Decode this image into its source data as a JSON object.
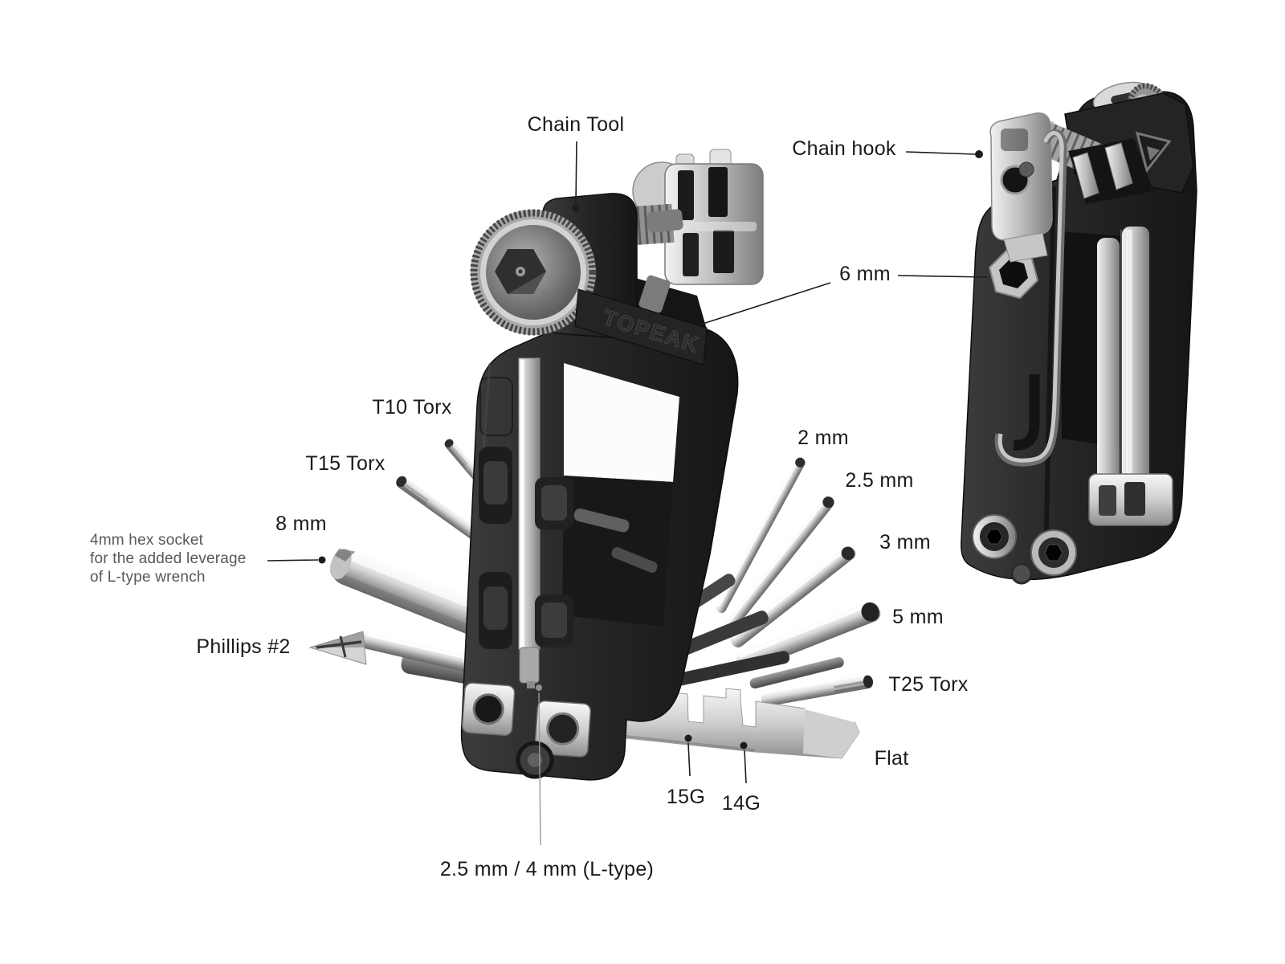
{
  "figure": {
    "description": "Annotated product diagram of a folding bicycle multi-tool shown from two angles with all fold-out tools labeled",
    "background_color": "#ffffff",
    "label_color": "#1a1a1a",
    "note_color": "#58585a",
    "leader_line_color": "#1c1c1c",
    "brand_embossing": "TOPEAK"
  },
  "callouts": {
    "chain_tool": "Chain Tool",
    "chain_hook": "Chain hook",
    "hex_6mm": "6 mm",
    "t10_torx": "T10 Torx",
    "t15_torx": "T15 Torx",
    "hex_8mm": "8 mm",
    "note_4mm_hex": {
      "line1": "4mm hex socket",
      "line2": "for the added leverage",
      "line3": "of L-type wrench"
    },
    "phillips_2": "Phillips #2",
    "hex_2mm": "2 mm",
    "hex_2_5mm": "2.5 mm",
    "hex_3mm": "3 mm",
    "hex_5mm": "5 mm",
    "t25_torx": "T25 Torx",
    "flat": "Flat",
    "spoke_15g": "15G",
    "spoke_14g": "14G",
    "l_type_2_5_4": "2.5 mm / 4 mm (L-type)"
  }
}
